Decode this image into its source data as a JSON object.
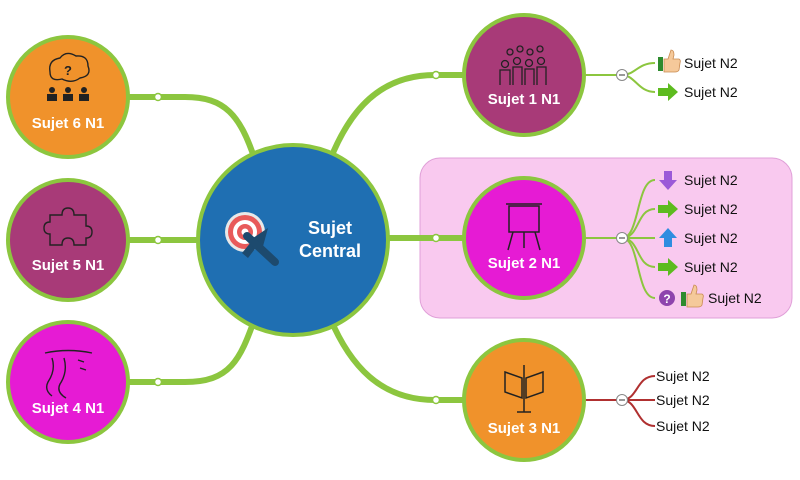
{
  "colors": {
    "branch": "#8cc63f",
    "n2_line_red": "#b03030",
    "central_fill": "#1f6fb2",
    "orange": "#f0922b",
    "purple": "#a83a78",
    "magenta": "#e61bd4",
    "highlight_bg": "#f9c9ef"
  },
  "central": {
    "line1": "Sujet",
    "line2": "Central",
    "icon": "target-icon"
  },
  "nodes": {
    "n1_1": {
      "label": "Sujet 1 N1",
      "icon": "crowd-icon"
    },
    "n1_2": {
      "label": "Sujet 2 N1",
      "icon": "easel-icon"
    },
    "n1_3": {
      "label": "Sujet 3 N1",
      "icon": "signpost-icon"
    },
    "n1_4": {
      "label": "Sujet 4 N1",
      "icon": "river-icon"
    },
    "n1_5": {
      "label": "Sujet 5 N1",
      "icon": "puzzle-icon"
    },
    "n1_6": {
      "label": "Sujet 6 N1",
      "icon": "question-people-icon"
    }
  },
  "leaves": {
    "s1": [
      {
        "label": "Sujet N2",
        "icon": "thumbs-up-icon"
      },
      {
        "label": "Sujet N2",
        "icon": "arrow-right-icon"
      }
    ],
    "s2": [
      {
        "label": "Sujet N2",
        "icon": "arrow-down-icon"
      },
      {
        "label": "Sujet N2",
        "icon": "arrow-right-icon"
      },
      {
        "label": "Sujet N2",
        "icon": "arrow-up-icon"
      },
      {
        "label": "Sujet N2",
        "icon": "arrow-right-icon"
      },
      {
        "label": "Sujet N2",
        "icon": "question-thumbs-up-icon",
        "q": "?"
      }
    ],
    "s3": [
      {
        "label": "Sujet N2"
      },
      {
        "label": "Sujet N2"
      },
      {
        "label": "Sujet N2"
      }
    ]
  },
  "collapse_symbol": "−"
}
